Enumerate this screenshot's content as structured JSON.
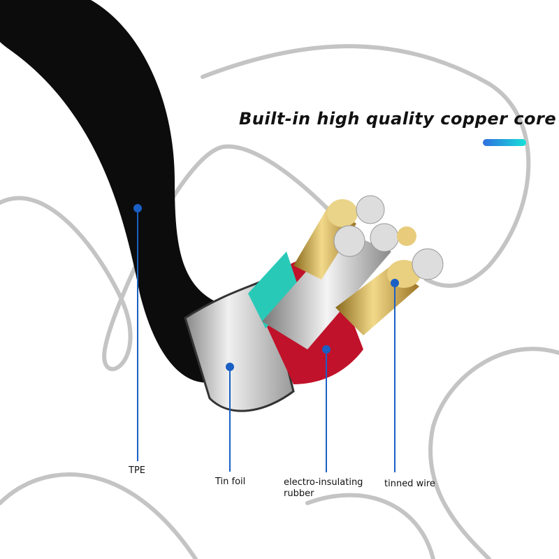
{
  "headline": "Built-in high quality copper core",
  "colors": {
    "accent_start": "#2f6fe0",
    "accent_end": "#16e0d8",
    "leader": "#1a5fc4"
  },
  "labels": [
    {
      "id": "tpe",
      "text": "TPE"
    },
    {
      "id": "tin-foil",
      "text": "Tin foil"
    },
    {
      "id": "rubber",
      "text": "electro-insulating rubber"
    },
    {
      "id": "tinned-wire",
      "text": "tinned wire"
    }
  ]
}
